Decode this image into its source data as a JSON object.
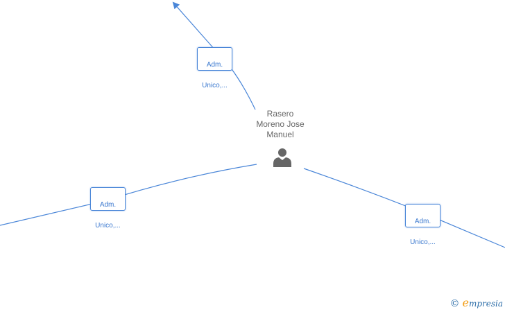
{
  "person": {
    "name_lines": [
      "Rasero",
      "Moreno Jose",
      "Manuel"
    ],
    "icon": "person-icon"
  },
  "roles": [
    {
      "line1": "Adm.",
      "line2": "Unico,..."
    },
    {
      "line1": "Adm.",
      "line2": "Unico,..."
    },
    {
      "line1": "Adm.",
      "line2": "Unico,..."
    }
  ],
  "watermark": {
    "copyright": "©",
    "brand_initial": "e",
    "brand_rest": "mpresia"
  },
  "colors": {
    "edge": "#4a86d8",
    "box_text": "#3a78cf",
    "name_text": "#666666",
    "icon": "#666666"
  }
}
